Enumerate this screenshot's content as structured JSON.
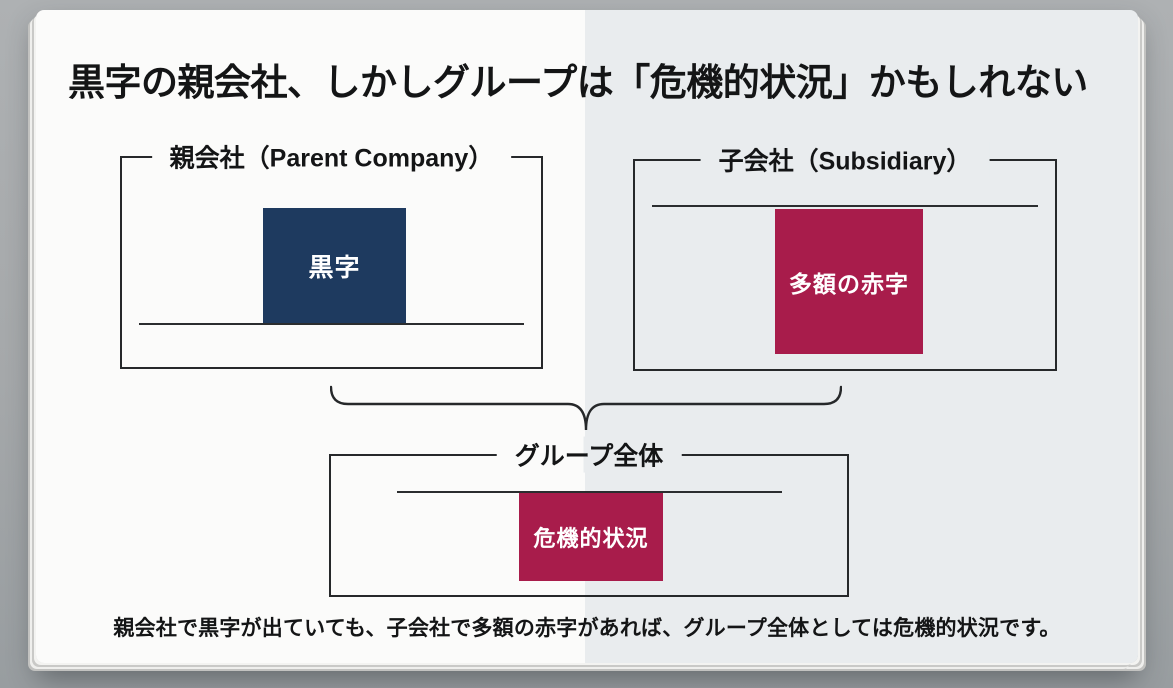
{
  "slide": {
    "title": "黒字の親会社、しかしグループは「危機的状況」かもしれない",
    "footnote": "親会社で黒字が出ていても、子会社で多額の赤字があれば、グループ全体としては危機的状況です。"
  },
  "parent_company": {
    "label": "親会社（Parent Company）",
    "bar": {
      "label": "黒字",
      "color": "#1e3a5f"
    }
  },
  "subsidiary": {
    "label": "子会社（Subsidiary）",
    "bar": {
      "label": "多額の赤字",
      "color": "#a81c4b"
    }
  },
  "group": {
    "label": "グループ全体",
    "bar": {
      "label": "危機的状況",
      "color": "#a81c4b"
    }
  },
  "colors": {
    "profit_navy": "#1e3a5f",
    "deficit_crimson": "#a81c4b",
    "frame_border": "#26282a",
    "page_left_background": "#fbfbfa",
    "page_right_background": "#e9ecee",
    "backdrop_gray": "#a5a8aa"
  }
}
